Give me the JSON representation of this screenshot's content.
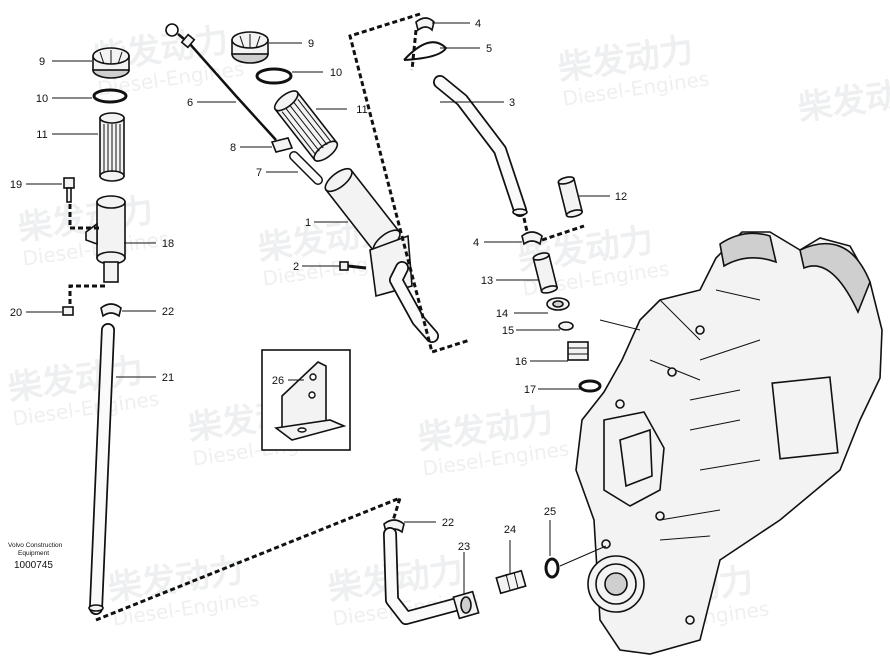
{
  "brand": {
    "line1": "Volvo Construction",
    "line2": "Equipment"
  },
  "document_number": "1000745",
  "watermark": {
    "cn": "柴发动力",
    "en": "Diesel-Engines"
  },
  "callouts": {
    "c1": "1",
    "c2": "2",
    "c3": "3",
    "c4a": "4",
    "c4b": "4",
    "c5": "5",
    "c6": "6",
    "c7": "7",
    "c8": "8",
    "c9a": "9",
    "c9b": "9",
    "c10a": "10",
    "c10b": "10",
    "c11a": "11",
    "c11b": "11",
    "c12": "12",
    "c13": "13",
    "c14": "14",
    "c15": "15",
    "c16": "16",
    "c17": "17",
    "c18": "18",
    "c19": "19",
    "c20": "20",
    "c21": "21",
    "c22a": "22",
    "c22b": "22",
    "c23": "23",
    "c24": "24",
    "c25": "25",
    "c26": "26"
  }
}
